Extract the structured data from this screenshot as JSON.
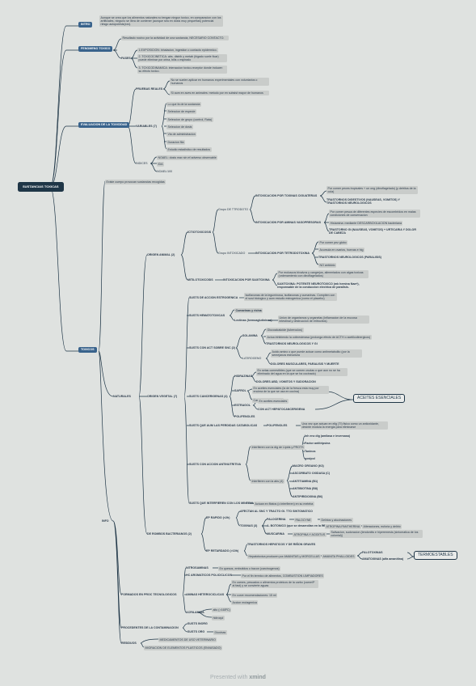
{
  "root": "SUSTANCIAS TOXICAS",
  "intro": {
    "label": "INTRO",
    "text": "Aunque se crea que los alimentos naturales no tengan ningun toxico, en comparacion con los artificiales, ninguno se libra de contener (aunque sea en dosis muy pequeñas) potencial riesgo autopoiesis(xxx)."
  },
  "fenomeno": {
    "label": "FENOMENO TOXICO",
    "text": "Resultado nocivo por la actividad de una sustancia, NECESARIO CONTACTO.",
    "fases_label": "FASES",
    "fases": [
      "1.EXPOSICION: inhalacion, ingestion o contacto epidermico.",
      "2. TOXICOCINETICA: abs. distrib y metab (higado suele ficar) puede eliminar por orina, bilis o espirado",
      "3. TOXICODINAMICA: interaccion toxico-receptor donde inducen su efecto toxico."
    ]
  },
  "evaluacion": {
    "label": "EVALUACION DE LA TOXICIDAD",
    "pruebas_label": "PRUEBAS REALES",
    "pruebas": [
      "No se suelen aplicar en humanos experimentales con voluntarios o humanos",
      "Si aum en aves en animales: metodo por en subsist mayor de humanos"
    ],
    "variables_label": "VARIABLES (7)",
    "variables": [
      "Lo que fa de la sustancia",
      "Seleccion de especie",
      "Seleccion de grupo (control, Rata)",
      "Seleccion de dosis",
      "Via de administracion",
      "Duracion fila",
      "Estudio estadistico de resultados"
    ],
    "indices_label": "INDICES",
    "indices": [
      "NOAEL: dosis max sin ef adverso observable",
      "IDA",
      "NOAEL/100"
    ]
  },
  "toxicos": {
    "label": "TOXICOS",
    "intro_text": "Existe cuerpo provocan sustancias recogidas",
    "origen_animal": "ORIGEN ANIMAL (2)",
    "ictiotoxicosis": "ICTIOTOXICOSIS",
    "grupo_tetrodoto": "Grupo DE TTRODOTO",
    "grupo_hist": "Grupo INTOXICADO",
    "intox_toxinas": "INTOXICACION POR TOXINAS CIGUATERAS",
    "toxinas_a": "Por comer peces tropicales + un ong (dinoflagelado) (y detritus de la cola)",
    "toxinas_b": "TRASTORNOS DIGESTIVOS (NAUSEAS, VOMITOS) Y TRASTORNOS NEUROLOGICOS",
    "intox_aminas": "INTOXICACION POR AMINAS VASOPRESORAS",
    "aminas_a": "Por comer pesca de diferentes especies de escombridos en malas condiciones de conservacion",
    "aminas_b": "Histamina: mediante DESCARBOXILACION bacteriana",
    "aminas_c": "TRASTORNO GI (NAUSEAS, VOMITOS) + URTICARIA Y DOLOR DE CABEZA",
    "intox_tetrodo": "INTOXICACION POR TETRODOTOXINA",
    "tetro_items": [
      "Por comer pez globo",
      "Acumula en ovarios, huevas e hig",
      "TRASTORNOS NEUROLOGICOS (PARALISIS)",
      "NO antidoto"
    ],
    "mitilotox": "MITILOTOXICOSIS",
    "intox_saxi": "INTOXICACION POR SAXITOXINA",
    "saxi_a": "Por moluscos bivalvos y cangrejos, alimentados con algas toxicas (ordenamiento con dinoflagelados)",
    "saxi_b": "SAXITOXINA: POTENTE NEUROTOXICO (mk hemina Naa+), responsable de la conduccion electrica de paralisis.",
    "naturales": "NATURALES",
    "origen_vegetal": "ORIGEN VEGETAL (7)",
    "estrogenica": "SUSTS DE ACCION ESTROGENICA",
    "estro_text": "Isoflavonas de la leguminosa, isoflavonas y cumarinas. Compiten con el sust biologico y aum estudio estrogenica (como el placebo)",
    "hemato": "SUSTS HEMATOTOXICAS",
    "hemato_a": "Cumarinas y ricina",
    "hemato_b": "Lectinas (hemoaglutininas)",
    "hemato_c": "Union de organismos y organelas (inflamacion de la mucosa intestinal y destruccion de eritrocitos)",
    "snc": "SUSTS CON ACT SOBRE SNC (2)",
    "solanina": "SOLANINA",
    "sol_items": [
      "Glucoalcaloide (tuberculos)",
      "Actua inhibiendo la colinesterasa (prolonga efecto de ACTH o acetilcolinergicos)",
      "TRASTORNOS NEUROLOGICOS Y GI"
    ],
    "latirogeno": "LATIROGENO",
    "lat_items": [
      "Acido amino o que puede actuar como antimetabolito (por la semejanza estructura",
      "DOLORES MUSCULARES, PARALISIS Y MUERTE"
    ],
    "cancer": "SUSTS CANCERIGENAS (4)",
    "hidrazinas": "HIDRAZINAS",
    "hid_items": [
      "En setas comestibles (que se comen crudas o que aun no se ha eliminado del agua en la que se ha cocinado)",
      "DOLORES ABD, VOMITOS Y SUDORACION"
    ],
    "safrol": "SAFROL",
    "saf_items": [
      "En aceites esenciales (la de la fresca esta muy por encima de la que se usa en cocina)",
      "Carcinogeno Hepatico"
    ],
    "estragol": "ESTRAGOL",
    "estr_items": [
      "En aceites esenciales",
      "CON ACT HEPATOCANCERIGENA"
    ],
    "polifenoles": "POLIFENOLES",
    "aceites_out": "ACEITES ESENCIALES",
    "catabolicas": "SUSTS QUE AUM LAS PERDIDAS CATABOLICAS",
    "cat_label": "POLIFENOLES",
    "cat_text": "Una vez que actuan en elig (TI) fisico como un antioxidante, desinte modula la energia para eliminarse",
    "antinutri": "SUSTS CON ACCION ANTINUTRITIVA",
    "antinutri_a": "Interfieren con la dig de Lipids y PROTS",
    "antinutri_a_items": [
      "Inh enz dig (amilasa e inversasa)",
      "Factor antitripsina",
      "Taninos",
      "gosipol"
    ],
    "antinutri_b": "Interfieren con la abs (4)",
    "antinutri_b_items": [
      "MACRO ORGANO (K3)",
      "ASCORBATO OXIDASA (C)",
      "ANTITIAMINA (B1)",
      "ANTIBIOTINA (B8)",
      "ANTIPIRIDOXINA (B6)"
    ],
    "minerales": "SUSTS QUE INTERFIEREN CON LOS MINERALES",
    "minerales_text": "Actuan en fitatos (o interfieren) en su meteba",
    "bacteriano": "DE ROMBOS BACTERIANOS (2)",
    "ep_rapido": "EP RAPIDO (<2h)",
    "rapido_label": "AFECTAN AL SNC Y TRACTO GI. TTO SINTOMATICO",
    "toxinas": "TOXINAS (3)",
    "paloc": "PALOCERINA",
    "paloc_text": "PALOCYNE",
    "paloc_out": "Delirios y alucinaciones",
    "bot": "A. BOTONICO (que se desarrollan en la PROCAPPA)",
    "bot_text": "ATROPINA PANTHERINA",
    "bot_out": "Alteraciones, euforia y delirio",
    "musc": "MUSCARINA",
    "musc_text": "ATROPINA Y ACIDITUS",
    "musc_out": "Salivacion, sudoracion (tendonitis e hiperemesis (sintomatica de los colonial))",
    "ep_retardado": "EP RETARDADO (>10h)",
    "retardado_label": "TRASTORNOS HEPATICOS Y DE RIÑON GRAVES",
    "retard_text": "Hepatotoxica producen por AMANITAS y MORCELLAS",
    "amanitin": "AMANITA PHALLOIDES",
    "fal_items": [
      "FALOTOXINAS",
      "AMATOXINAS (alfa amanitina)"
    ],
    "termo_out": "TERMOESTABLES",
    "formados": "FORMADOS EN PROC TECNOLOGICOS",
    "nitro": "NITROSAMINAS",
    "nitro_text": "En quesos, embutidos o bacon (carcinogenos)",
    "hc": "HC AROMATICOS POLICICLICOS",
    "hc_text": "Por el fin termico de alimentos, COMBUSTION LIMPIADORES",
    "heterocicl": "AMINAS HETEROCICLICAS",
    "het_items": [
      "En carnes, pescados o alimentos proteicos de la carbo (carne/P al fast) y se convierte aguas",
      "En curve recomendaciones: 15 ml",
      "Accion mutagenica"
    ],
    "acrilamida": "ACRILAMIDA",
    "acr_items": [
      "alto (>165ºC)",
      "hidroqui"
    ],
    "contaminacion": "PROCEDENTES DE LA CONTAMINACION",
    "metales": "SUSTS INORG",
    "org": "SUSTS ORG",
    "org_text": "Dioxinas",
    "residuos": "RESIDUOS",
    "res_items": [
      "MEDICAMENTOS DE USO VETERINARIO",
      "MIGRACION DE ELEMENTOS PLASTICOS (ENVASADO)"
    ]
  },
  "footer": {
    "pre": "Presented with",
    "brand": "xmind"
  }
}
